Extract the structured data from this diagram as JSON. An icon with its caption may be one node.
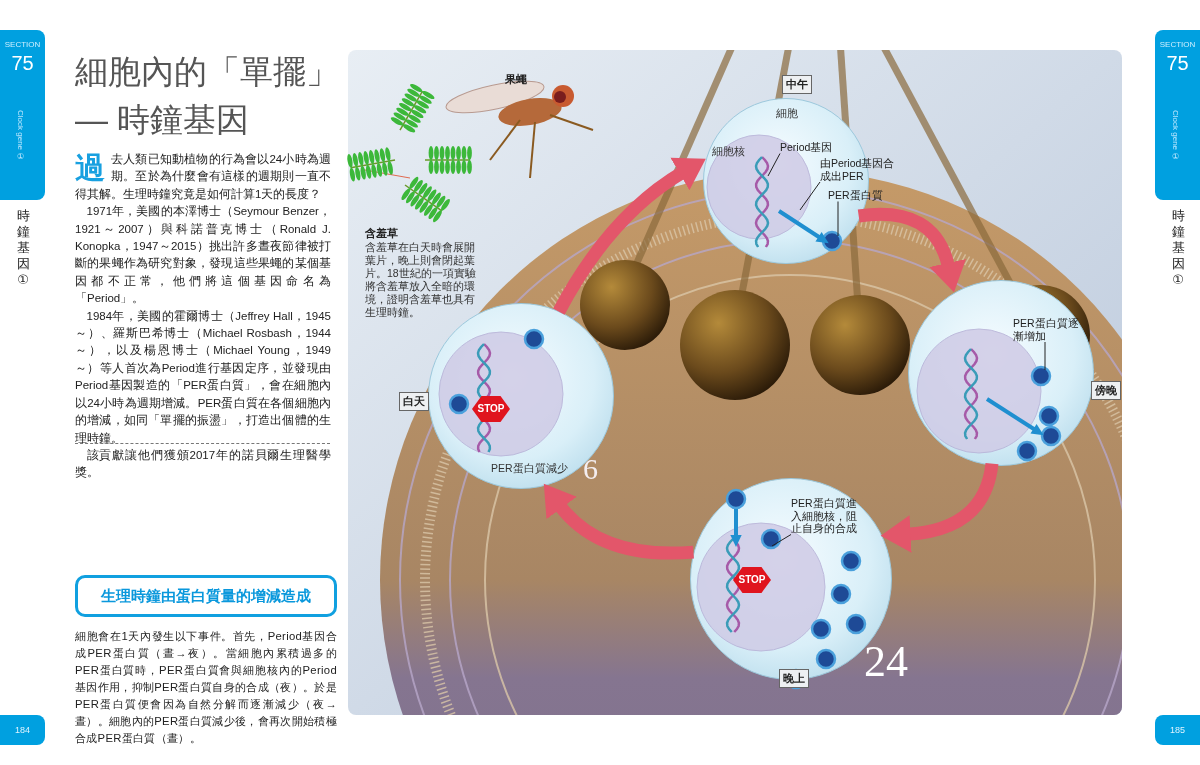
{
  "diagram": {
    "title": "細胞內的「單擺」— 時鐘基因",
    "nodes": [
      {
        "text": [
          "中午",
          "細胞",
          "細胞核"
        ]
      },
      {
        "text": [
          "Period基因"
        ],
        "in": 0
      },
      {
        "text": [
          "由Period基因合成出PER"
        ],
        "in": 0
      },
      {
        "text": [
          "PER蛋白質"
        ],
        "in": 0
      },
      {
        "text": [
          "傍晚"
        ]
      },
      {
        "text": [
          "PER蛋白質逐漸增加"
        ],
        "in": 4
      },
      {
        "text": [
          "STOP",
          "晚上"
        ]
      },
      {
        "text": [
          "PER蛋白質進入細胞核，阻止自身的合成"
        ],
        "in": 6
      },
      {
        "text": [
          "白天",
          "STOP",
          "PER蛋白質減少"
        ]
      },
      {
        "text": [
          "生理時鐘由蛋白質量的增減造成"
        ]
      }
    ],
    "edges": [
      {
        "from": 0,
        "to": 4,
        "arrow": "to",
        "style": "thick",
        "color": "#e3566a"
      },
      {
        "from": 4,
        "to": 6,
        "arrow": "to",
        "style": "thick",
        "color": "#e3566a"
      },
      {
        "from": 6,
        "to": 8,
        "arrow": "to",
        "style": "thick",
        "color": "#e3566a"
      },
      {
        "from": 8,
        "to": 0,
        "arrow": "to",
        "style": "thick",
        "color": "#e3566a"
      },
      {
        "from": 1,
        "to": null,
        "arrow": "none"
      },
      {
        "from": 2,
        "to": null,
        "arrow": "none"
      },
      {
        "from": 3,
        "to": null,
        "arrow": "none"
      },
      {
        "from": 5,
        "to": null,
        "arrow": "none"
      },
      {
        "from": 7,
        "to": null,
        "arrow": "none"
      }
    ],
    "labels": [
      "SECTION",
      "75",
      "Clock gene ①",
      "時鐘基因①",
      "過",
      "去人類已知動植物的行為會以24小時為週期。至於為什麼會有這樣的週期則一直不得其解。生理時鐘究竟是如何計算1天的長度？",
      "1971年，美國的本澤博士（Seymour Benzer，1921～2007）與科諾普克博士（Ronald J. Konopka，1947～2015）挑出許多晝夜節律被打斷的果蠅作為研究對象，發現這些果蠅的某個基因都不正常，他們將這個基因命名為「Period」。",
      "1984年，美國的霍爾博士（Jeffrey Hall，1945～）、羅斯巴希博士（Michael Rosbash，1944～），以及楊恩博士（Michael Young，1949～）等人首次為Period進行基因定序，並發現由Period基因製造的「PER蛋白質」，會在細胞內以24小時為週期增減。PER蛋白質在各個細胞內的增減，如同「單擺的振盪」，打造出個體的生理時鐘。",
      "該貢獻讓他們獲頒2017年的諾貝爾生理醫學獎。",
      "果蠅",
      "含羞草",
      "含羞草在白天時會展開葉片，晚上則會閉起葉片。18世紀的一項實驗將含羞草放入全暗的環境，證明含羞草也具有生理時鐘。",
      "6",
      "24",
      "細胞會在1天內發生以下事件。首先，Period基因合成PER蛋白質（晝→夜）。當細胞內累積過多的PER蛋白質時，PER蛋白質會與細胞核內的Period基因作用，抑制PER蛋白質自身的合成（夜）。於是PER蛋白質便會因為自然分解而逐漸減少（夜→晝）。細胞內的PER蛋白質減少後，會再次開始積極合成PER蛋白質（晝）。",
      "184",
      "SECTION",
      "75",
      "Clock gene ①",
      "時鐘基因①",
      "185"
    ]
  }
}
